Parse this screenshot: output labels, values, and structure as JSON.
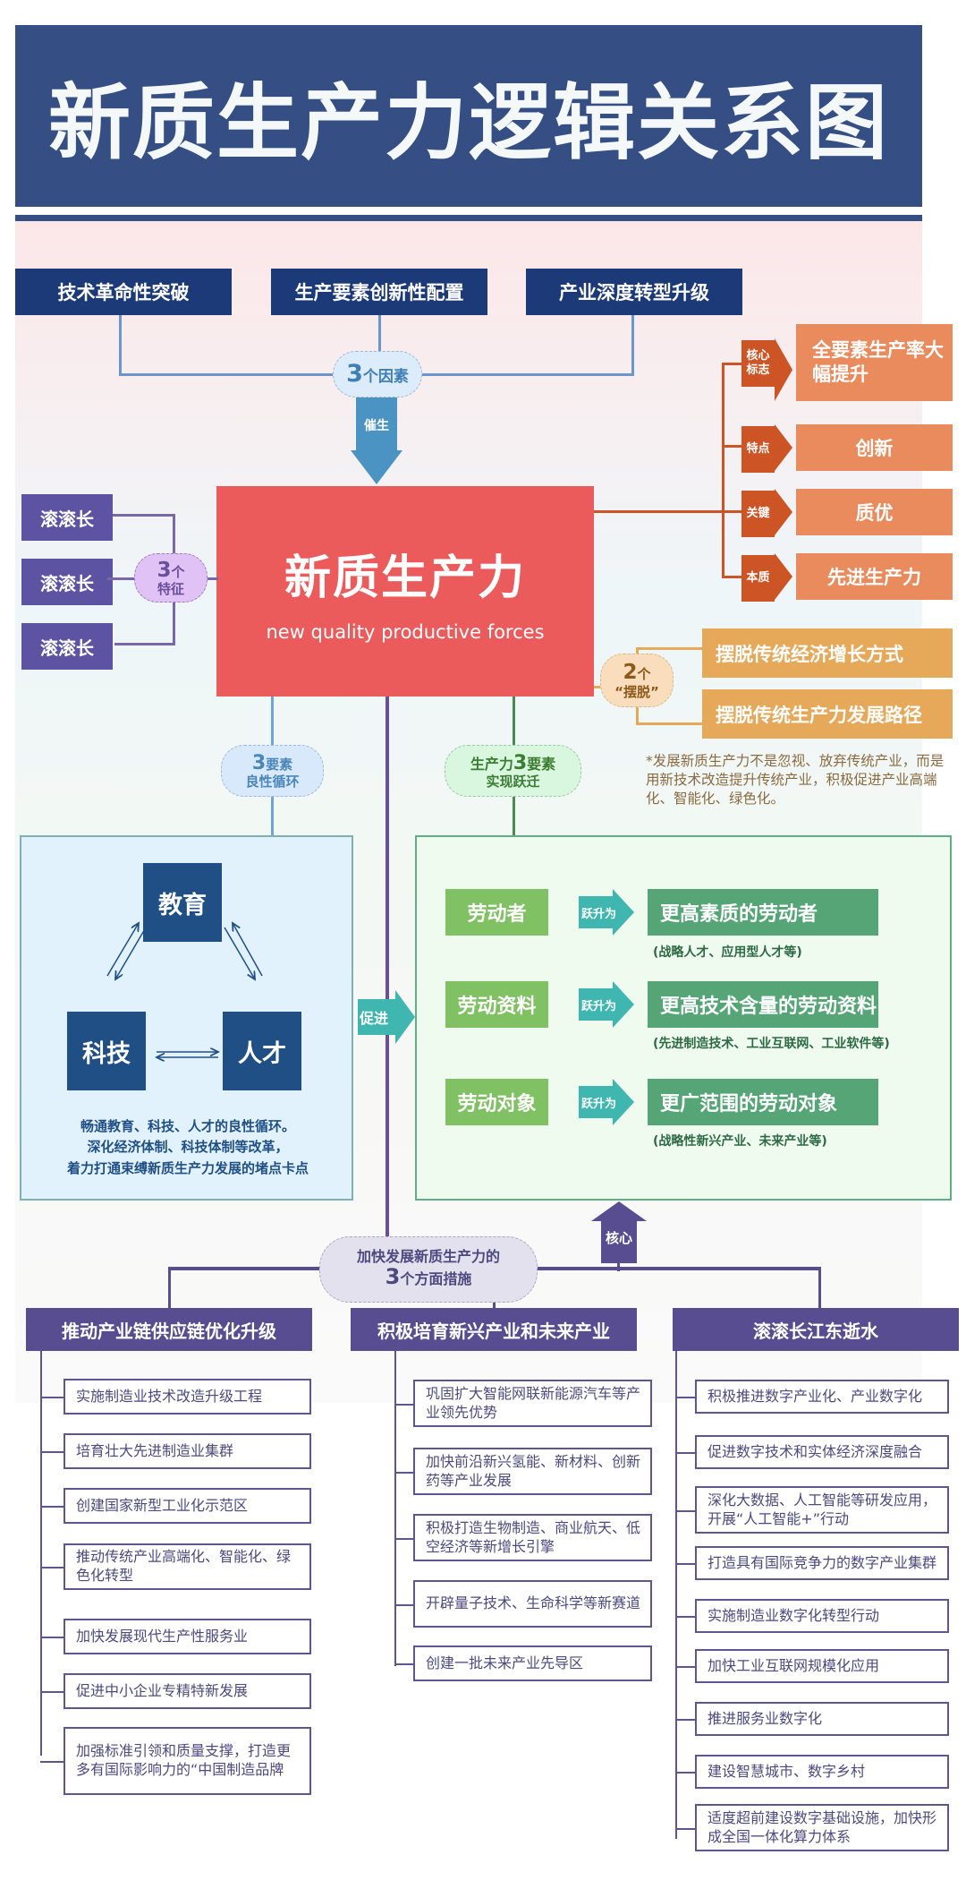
{
  "title": "新质生产力逻辑关系图",
  "colors": {
    "navy": "#354e83",
    "core_red": "#ec5b5c",
    "purple": "#5d53a3",
    "orange": "#cd5424",
    "salmon": "#ea8b5d",
    "tan": "#e6a859",
    "green": "#55a576",
    "light_green": "#7fc163",
    "teal": "#3fb6b0"
  },
  "factors": {
    "items": [
      "技术革命性突破",
      "生产要素创新性配置",
      "产业深度转型升级"
    ],
    "bubble_num": "3",
    "bubble_text": "个因素",
    "arrow_label": "催生"
  },
  "core": {
    "title": "新质生产力",
    "subtitle": "new quality productive forces"
  },
  "features": {
    "items": [
      "滚滚长",
      "滚滚长",
      "滚滚长"
    ],
    "bubble_num": "3",
    "bubble_unit": "个",
    "bubble_text": "特征"
  },
  "attributes": [
    {
      "label": "核心标志",
      "value": "全要素生产率大幅提升"
    },
    {
      "label": "特点",
      "value": "创新"
    },
    {
      "label": "关键",
      "value": "质优"
    },
    {
      "label": "本质",
      "value": "先进生产力"
    }
  ],
  "breakaways": {
    "bubble_num": "2",
    "bubble_unit": "个",
    "bubble_text": "“摆脱”",
    "items": [
      "摆脱传统经济增长方式",
      "摆脱传统生产力发展路径"
    ],
    "note": "*发展新质生产力不是忽视、放弃传统产业，而是用新技术改造提升传统产业，积极促进产业高端化、智能化、绿色化。"
  },
  "cycle": {
    "bubble_num": "3",
    "bubble_text1": "要素",
    "bubble_text2": "良性循环",
    "nodes": [
      "教育",
      "科技",
      "人才"
    ],
    "description": [
      "畅通教育、科技、人才的良性循环。",
      "深化经济体制、科技体制等改革，",
      "着力打通束缚新质生产力发展的堵点卡点"
    ],
    "promote_label": "促进"
  },
  "leap": {
    "bubble_prefix": "生产力",
    "bubble_num": "3",
    "bubble_suffix": "要素",
    "bubble_text2": "实现跃迁",
    "arrow_label": "跃升为",
    "rows": [
      {
        "from": "劳动者",
        "to": "更高素质的劳动者",
        "note": "(战略人才、应用型人才等)"
      },
      {
        "from": "劳动资料",
        "to": "更高技术含量的劳动资料",
        "note": "(先进制造技术、工业互联网、工业软件等)"
      },
      {
        "from": "劳动对象",
        "to": "更广范围的劳动对象",
        "note": "(战略性新兴产业、未来产业等)"
      }
    ],
    "core_arrow_label": "核心"
  },
  "measures": {
    "bubble_line1": "加快发展新质生产力的",
    "bubble_num": "3",
    "bubble_line2": "个方面措施",
    "columns": [
      {
        "head": "推动产业链供应链优化升级",
        "items": [
          "实施制造业技术改造升级工程",
          "培育壮大先进制造业集群",
          "创建国家新型工业化示范区",
          "推动传统产业高端化、智能化、绿色化转型",
          "加快发展现代生产性服务业",
          "促进中小企业专精特新发展",
          "加强标准引领和质量支撑，打造更多有国际影响力的“中国制造品牌"
        ]
      },
      {
        "head": "积极培育新兴产业和未来产业",
        "items": [
          "巩固扩大智能网联新能源汽车等产业领先优势",
          "加快前沿新兴氢能、新材料、创新药等产业发展",
          "积极打造生物制造、商业航天、低空经济等新增长引擎",
          "开辟量子技术、生命科学等新赛道",
          "创建一批未来产业先导区"
        ]
      },
      {
        "head": "滚滚长江东逝水",
        "items": [
          "积极推进数字产业化、产业数字化",
          "促进数字技术和实体经济深度融合",
          "深化大数据、人工智能等研发应用，开展“人工智能+”行动",
          "打造具有国际竞争力的数字产业集群",
          "实施制造业数字化转型行动",
          "加快工业互联网规模化应用",
          "推进服务业数字化",
          "建设智慧城市、数字乡村",
          "适度超前建设数字基础设施，加快形成全国一体化算力体系"
        ]
      }
    ]
  }
}
